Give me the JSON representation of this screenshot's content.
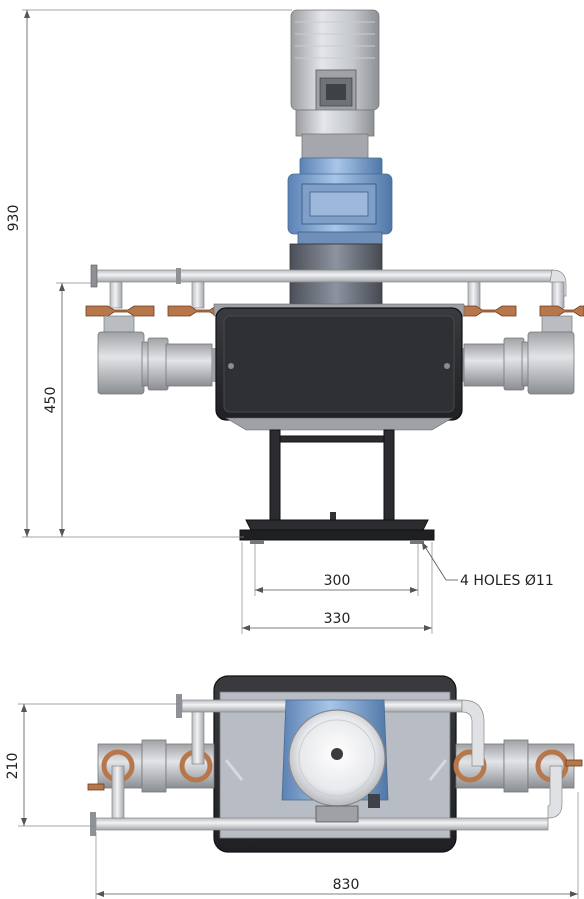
{
  "dimensions": {
    "overall_height": "930",
    "inlet_height": "450",
    "hole_spacing": "300",
    "base_width": "330",
    "depth": "210",
    "overall_width": "830"
  },
  "callouts": {
    "holes": "4 HOLES Ø11"
  }
}
